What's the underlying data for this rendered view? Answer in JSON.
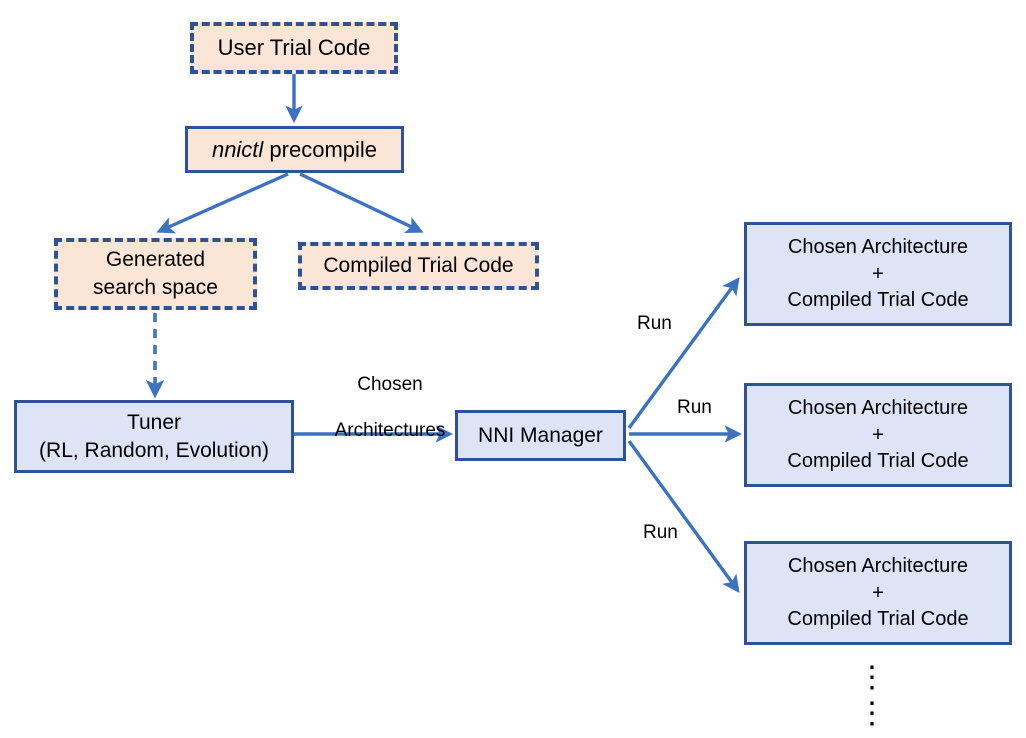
{
  "diagram": {
    "title": "NNI precompile and trial dispatch flow",
    "colors": {
      "peach_fill": "#FBE5D6",
      "blue_fill": "#DCE4F5",
      "border": "#2E5395",
      "arrow": "#3C72C0",
      "text": "#000000",
      "background": "#FFFFFF"
    },
    "nodes": {
      "user_trial_code": {
        "label": "User Trial Code",
        "style": "dashed-peach"
      },
      "nnictl_precompile": {
        "label_italic": "nnictl",
        "label_rest": " precompile",
        "style": "solid-peach"
      },
      "generated_search_space": {
        "line1": "Generated",
        "line2": "search space",
        "style": "dashed-peach"
      },
      "compiled_trial_code": {
        "label": "Compiled Trial Code",
        "style": "dashed-peach"
      },
      "tuner": {
        "line1": "Tuner",
        "line2": "(RL, Random, Evolution)",
        "style": "solid-blue"
      },
      "nni_manager": {
        "label": "NNI Manager",
        "style": "solid-blue"
      },
      "trial_1": {
        "line1": "Chosen Architecture",
        "line2": "+",
        "line3": "Compiled Trial Code",
        "style": "solid-blue"
      },
      "trial_2": {
        "line1": "Chosen Architecture",
        "line2": "+",
        "line3": "Compiled Trial Code",
        "style": "solid-blue"
      },
      "trial_3": {
        "line1": "Chosen Architecture",
        "line2": "+",
        "line3": "Compiled Trial Code",
        "style": "solid-blue"
      }
    },
    "edge_labels": {
      "chosen_architectures_line1": "Chosen",
      "chosen_architectures_line2": "Architectures",
      "run_1": "Run",
      "run_2": "Run",
      "run_3": "Run"
    },
    "continuation": {
      "dots_upper": "⋮",
      "dots_lower": "⋮"
    }
  }
}
